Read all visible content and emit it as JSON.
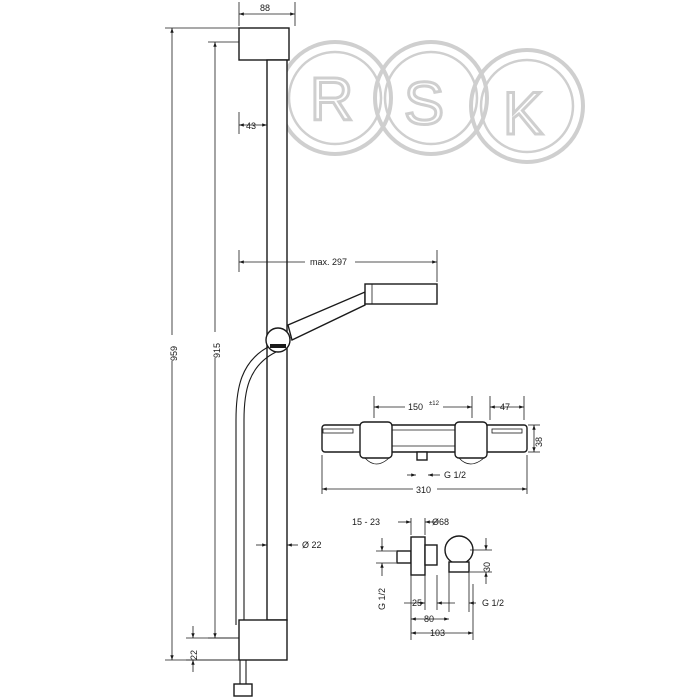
{
  "watermark": {
    "letters": [
      "R",
      "S",
      "K"
    ],
    "color": "#cfcfcf"
  },
  "shower_rail": {
    "width_top": "88",
    "offset": "43",
    "reach": "max. 297",
    "total_height": "959",
    "rail_height": "915",
    "bottom_height": "22",
    "tube_diameter": "Ø 22"
  },
  "thermostat_front": {
    "spacing": "150",
    "spacing_tolerance": "±12",
    "side_depth": "47",
    "height": "38",
    "length": "310",
    "outlet_thread": "G 1/2"
  },
  "thermostat_side": {
    "escutcheon_depth": "15 - 23",
    "escutcheon_diameter": "Ø68",
    "side_height": "30",
    "inlet_thread": "G 1/2",
    "offset_a": "25",
    "outlet_thread": "G 1/2",
    "depth_b": "80",
    "depth_c": "103"
  }
}
